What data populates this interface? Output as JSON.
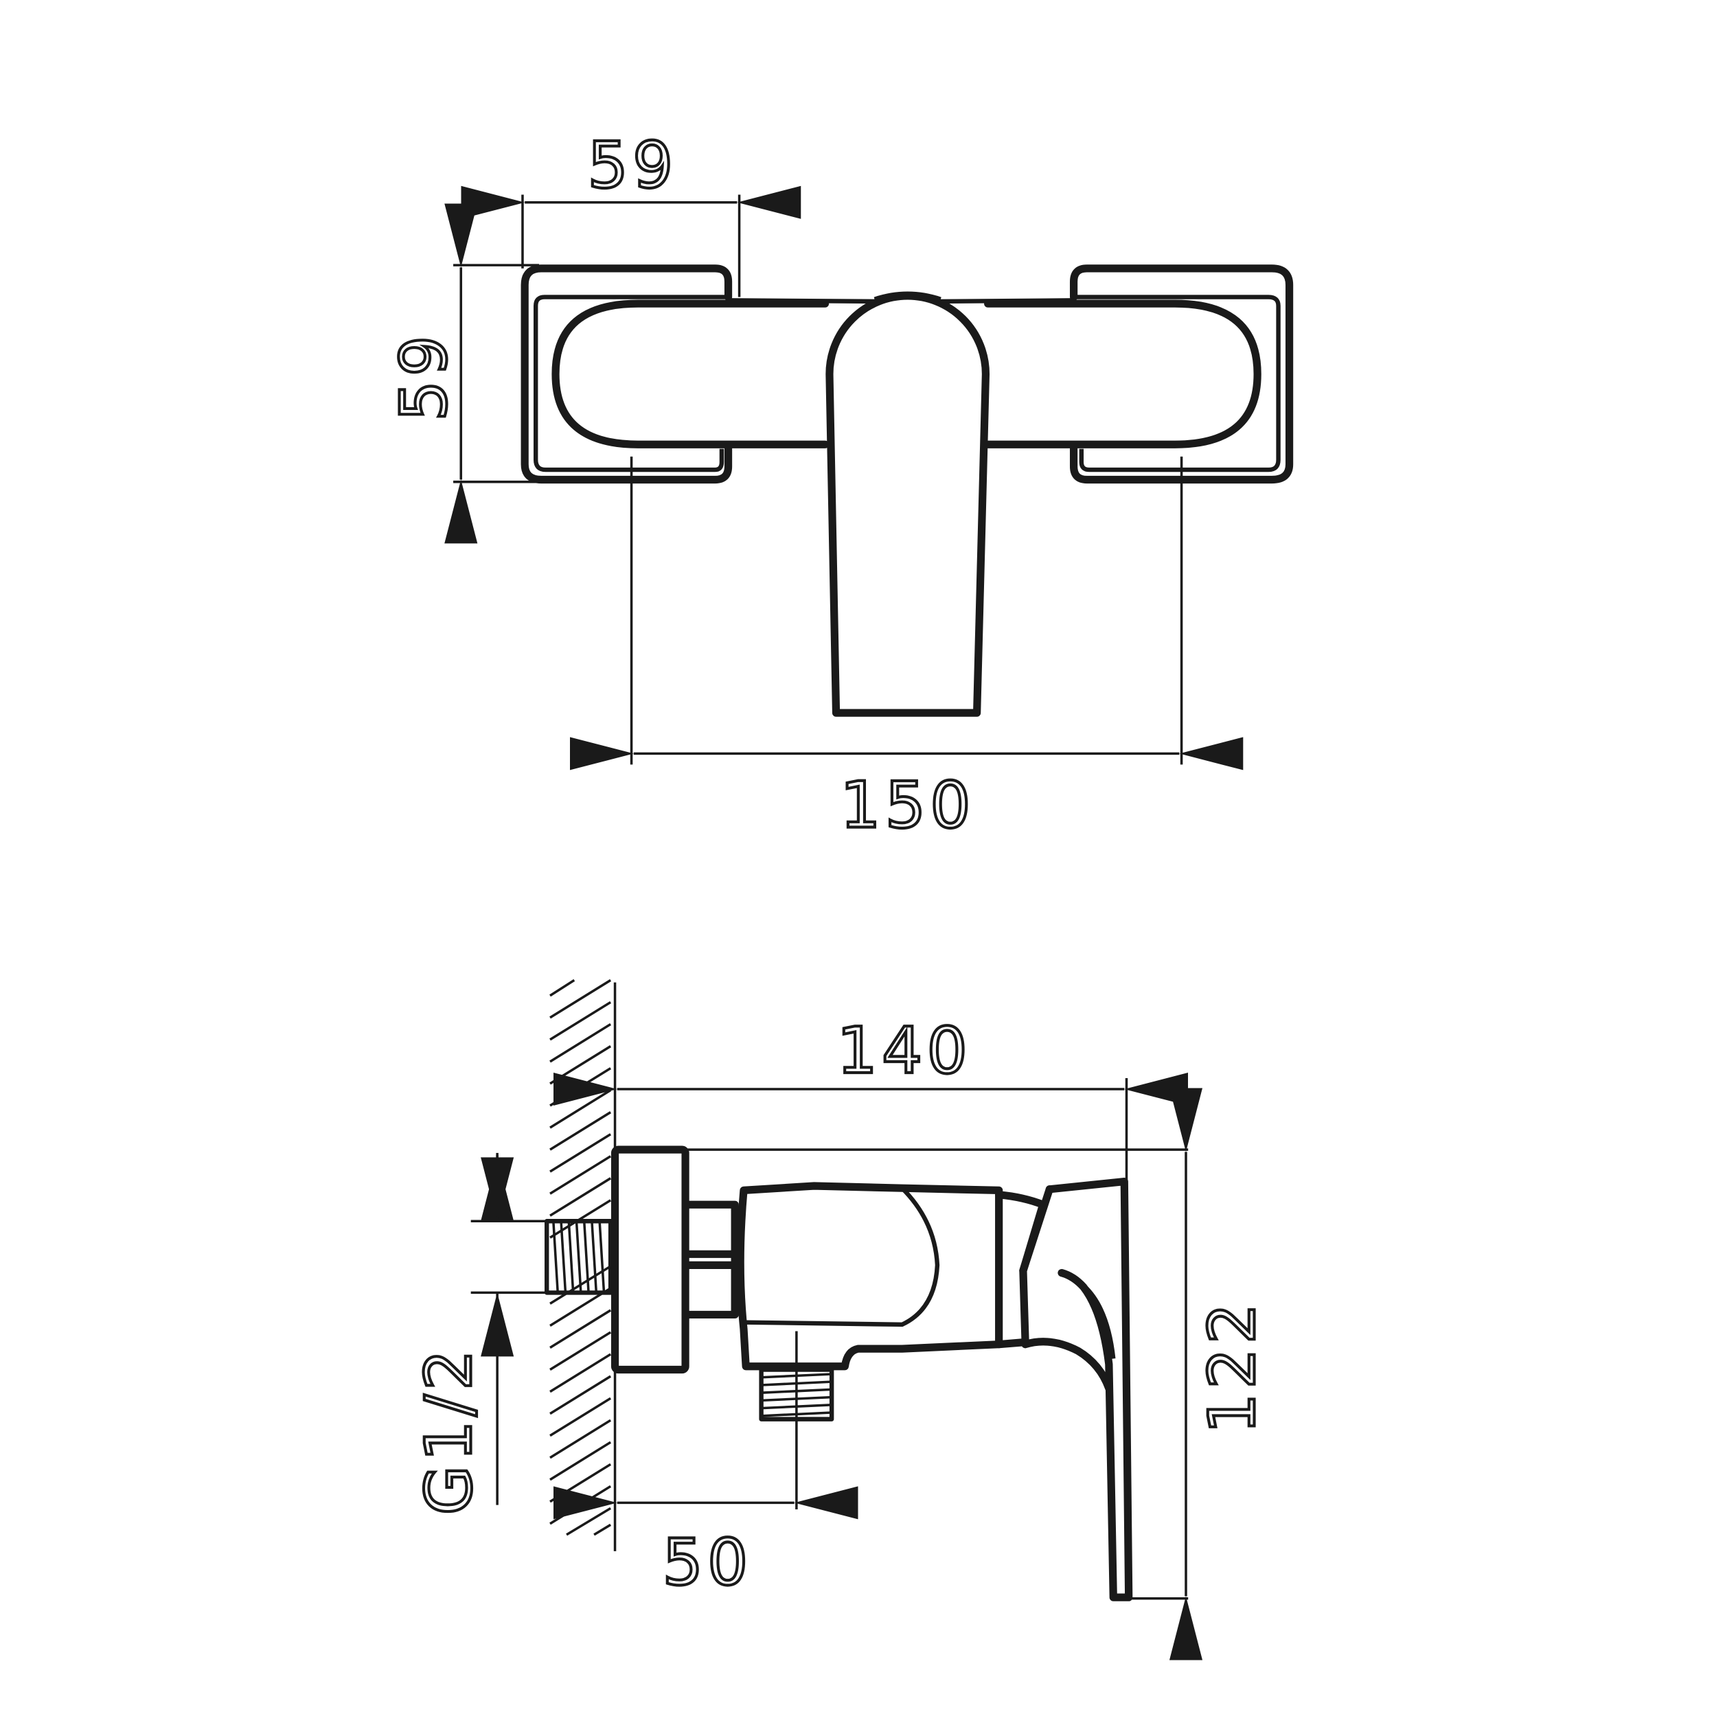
{
  "drawing": {
    "top_view": {
      "flange_width": "59",
      "flange_height": "59",
      "center_distance": "150"
    },
    "side_view": {
      "overall_depth": "140",
      "overall_height": "122",
      "thread_size": "G1/2",
      "outlet_offset": "50"
    }
  }
}
